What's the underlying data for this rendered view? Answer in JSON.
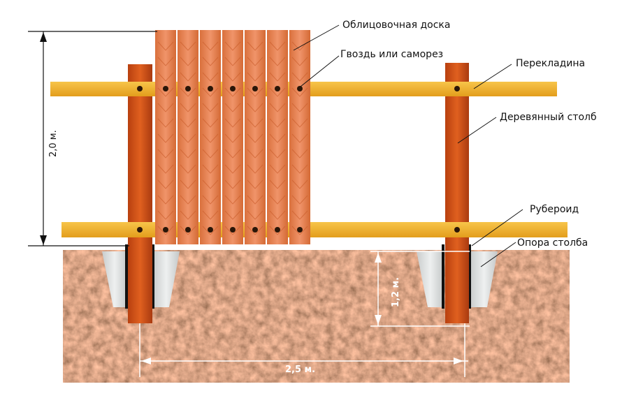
{
  "labels": {
    "cladding_board": "Облицовочная доска",
    "nail_or_screw": "Гвоздь или саморез",
    "crossbar": "Перекладина",
    "wooden_post": "Деревянный столб",
    "roofing_felt": "Рубероид",
    "post_support": "Опора столба"
  },
  "dimensions": {
    "height": "2,0 м.",
    "depth": "1,2 м.",
    "span": "2,5 м."
  },
  "colors": {
    "post": "#d2541a",
    "board": "#e8834f",
    "rail": "#f2b22e",
    "soil": "#8a4a2c",
    "concrete": "#d9dcdc"
  },
  "board_count": 7
}
